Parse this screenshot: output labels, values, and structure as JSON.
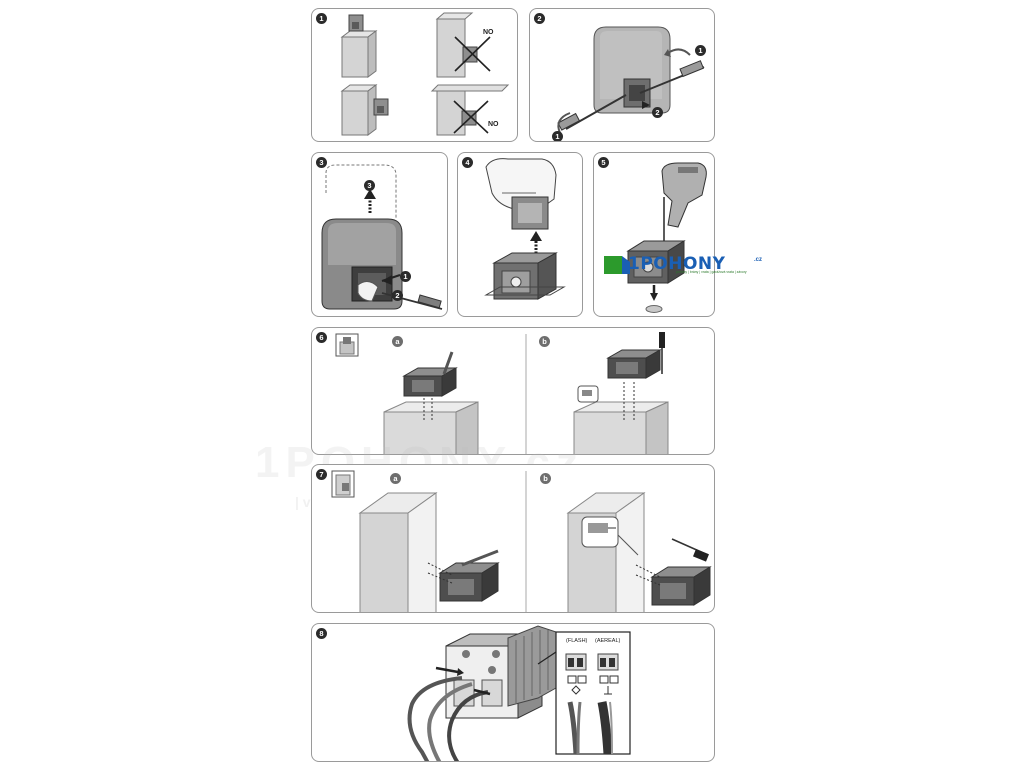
{
  "steps": {
    "s1": "1",
    "s2": "2",
    "s3": "3",
    "s4": "4",
    "s5": "5",
    "s6": "6",
    "s7": "7",
    "s8": "8"
  },
  "panel1": {
    "no_top": "NO",
    "no_bottom": "NO"
  },
  "panel2": {
    "callout_1a": "1",
    "callout_1b": "1",
    "callout_2": "2"
  },
  "panel3": {
    "callout_3": "3",
    "callout_1": "1",
    "callout_2": "2"
  },
  "panel6": {
    "sub_a": "a",
    "sub_b": "b"
  },
  "panel7": {
    "sub_a": "a",
    "sub_b": "b"
  },
  "panel8": {
    "dip_left_label": "(FLASH)",
    "dip_right_label": "(AEREAL)"
  },
  "logo": {
    "name": "1POHONY",
    "tld": ".cz",
    "tagline": "pohony | brány | vrata | garážová vrata | závory"
  },
  "watermark": {
    "big": "1POHONY.cz",
    "small": "| vše pro pohony | prodej | instalace | servis |"
  },
  "colors": {
    "outline": "#9a9a9a",
    "device_dark": "#3c3c3c",
    "brand_blue": "#1a5fb4",
    "brand_green": "#2c9a2c"
  }
}
